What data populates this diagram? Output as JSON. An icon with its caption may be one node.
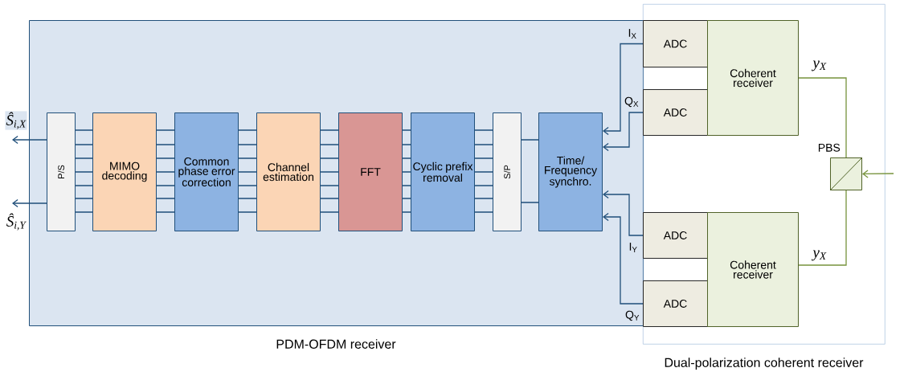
{
  "diagram": {
    "nodes": [
      {
        "text": [
          "PDM-OFDM receiver"
        ]
      },
      {
        "text": [
          "Dual-polarization coherent receiver"
        ]
      },
      {
        "text": [
          "P/S"
        ],
        "in": 0
      },
      {
        "text": [
          "MIMO decoding"
        ],
        "in": 0
      },
      {
        "text": [
          "Common phase error correction"
        ],
        "in": 0
      },
      {
        "text": [
          "Channel estimation"
        ],
        "in": 0
      },
      {
        "text": [
          "FFT"
        ],
        "in": 0
      },
      {
        "text": [
          "Cyclic prefix removal"
        ],
        "in": 0
      },
      {
        "text": [
          "S/P"
        ],
        "in": 0
      },
      {
        "text": [
          "Time/ Frequency synchro."
        ],
        "in": 0
      },
      {
        "text": [
          "ADC"
        ],
        "in": 1
      },
      {
        "text": [
          "ADC"
        ],
        "in": 1
      },
      {
        "text": [
          "Coherent receiver"
        ],
        "in": 1
      },
      {
        "text": [
          "ADC"
        ],
        "in": 1
      },
      {
        "text": [
          "ADC"
        ],
        "in": 1
      },
      {
        "text": [
          "Coherent receiver"
        ],
        "in": 1
      },
      {
        "text": [
          "PBS"
        ],
        "in": 1
      }
    ],
    "edges": [
      {
        "from": 2,
        "to": null,
        "arrow": "to",
        "label": "Ŝ$_{i,X}$"
      },
      {
        "from": 2,
        "to": null,
        "arrow": "to",
        "label": "Ŝ$_{i,Y}$"
      },
      {
        "from": 3,
        "to": 2,
        "arrow": "none"
      },
      {
        "from": 4,
        "to": 3,
        "arrow": "none"
      },
      {
        "from": 5,
        "to": 4,
        "arrow": "none"
      },
      {
        "from": 6,
        "to": 5,
        "arrow": "none"
      },
      {
        "from": 7,
        "to": 6,
        "arrow": "none"
      },
      {
        "from": 8,
        "to": 7,
        "arrow": "none"
      },
      {
        "from": 9,
        "to": 8,
        "arrow": "none"
      },
      {
        "from": 10,
        "to": 9,
        "arrow": "to",
        "label": "I$_{X}$"
      },
      {
        "from": 11,
        "to": 9,
        "arrow": "to",
        "label": "Q$_{X}$"
      },
      {
        "from": 13,
        "to": 9,
        "arrow": "to",
        "label": "I$_{Y}$"
      },
      {
        "from": 14,
        "to": 9,
        "arrow": "to",
        "label": "Q$_{Y}$"
      },
      {
        "from": 16,
        "to": 12,
        "arrow": "none",
        "label": "y$_{X}$",
        "color": "#77933c"
      },
      {
        "from": 16,
        "to": 15,
        "arrow": "none",
        "label": "y$_{X}$",
        "color": "#77933c"
      },
      {
        "from": null,
        "to": 16,
        "arrow": "to",
        "color": "#77933c"
      }
    ]
  }
}
